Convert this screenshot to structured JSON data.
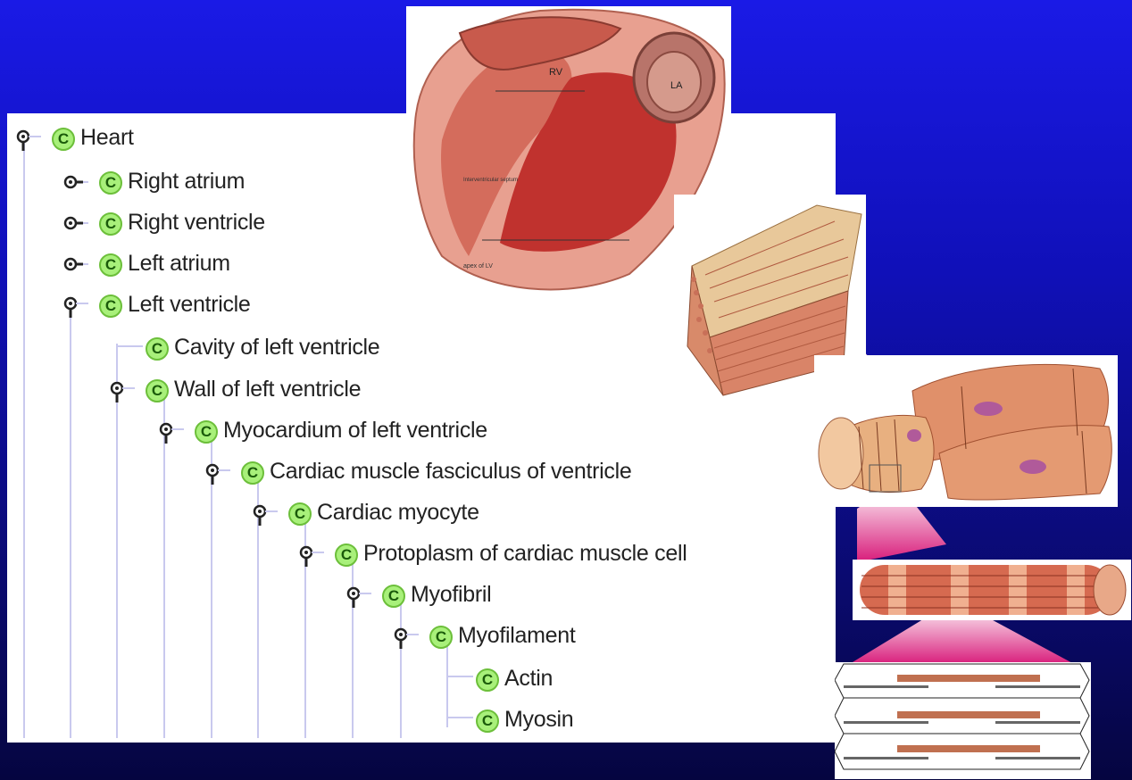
{
  "tree": {
    "nodes": [
      {
        "label": "Heart",
        "icon": "C"
      },
      {
        "label": "Right atrium",
        "icon": "C"
      },
      {
        "label": "Right ventricle",
        "icon": "C"
      },
      {
        "label": "Left atrium",
        "icon": "C"
      },
      {
        "label": "Left ventricle",
        "icon": "C"
      },
      {
        "label": "Cavity of left ventricle",
        "icon": "C"
      },
      {
        "label": "Wall of left ventricle",
        "icon": "C"
      },
      {
        "label": "Myocardium of left ventricle",
        "icon": "C"
      },
      {
        "label": "Cardiac muscle fasciculus of ventricle",
        "icon": "C"
      },
      {
        "label": "Cardiac myocyte",
        "icon": "C"
      },
      {
        "label": "Protoplasm of cardiac muscle cell",
        "icon": "C"
      },
      {
        "label": "Myofibril",
        "icon": "C"
      },
      {
        "label": "Myofilament",
        "icon": "C"
      },
      {
        "label": "Actin",
        "icon": "C"
      },
      {
        "label": "Myosin",
        "icon": "C"
      }
    ]
  },
  "heart_image": {
    "label_rv": "RV",
    "label_la": "LA",
    "label_septum": "Interventricular septum",
    "label_apex": "apex of LV"
  },
  "colors": {
    "background_top": "#1a1ae6",
    "background_bottom": "#050540",
    "class_icon_fill": "#a8f07a",
    "zoom_callout": "#e0308a"
  }
}
